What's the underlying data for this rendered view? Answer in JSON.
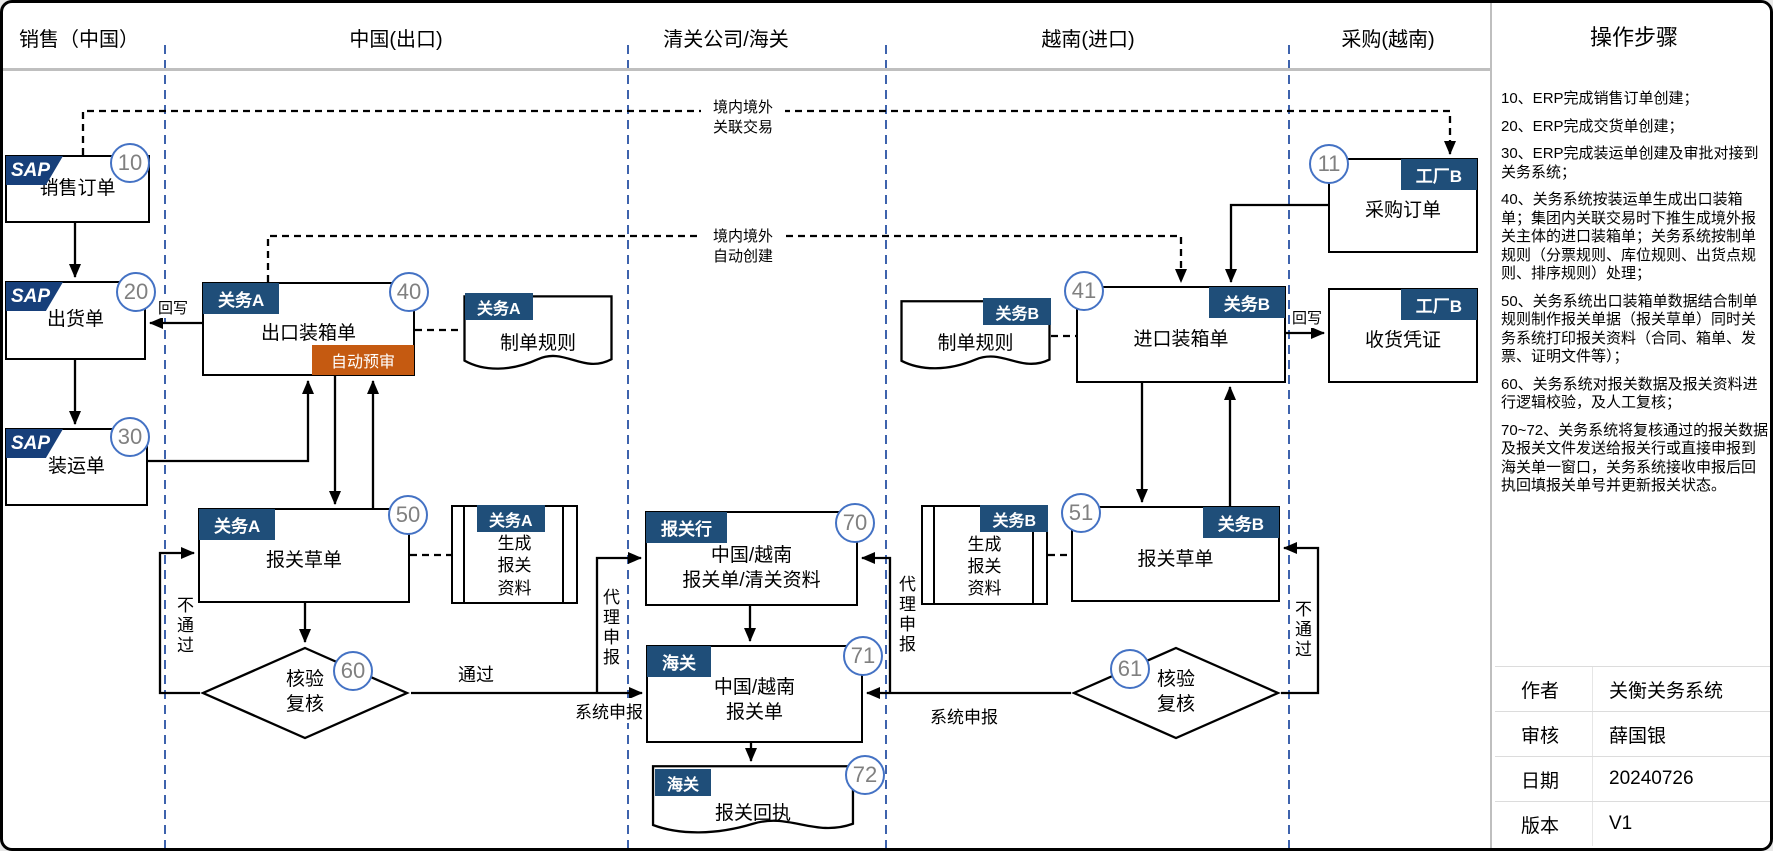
{
  "header": {
    "lanes": [
      "销售（中国）",
      "中国(出口)",
      "清关公司/海关",
      "越南(进口)",
      "采购(越南)"
    ],
    "panel_title": "操作步骤"
  },
  "nodes": {
    "n10": {
      "system": "SAP",
      "label": "销售订单",
      "num": "10"
    },
    "n20": {
      "system": "SAP",
      "label": "出货单",
      "num": "20"
    },
    "n30": {
      "system": "SAP",
      "label": "装运单",
      "num": "30"
    },
    "n40": {
      "badge": "关务A",
      "label": "出口装箱单",
      "num": "40",
      "tag": "自动预审"
    },
    "ruleA": {
      "badge": "关务A",
      "label": "制单规则"
    },
    "n50": {
      "badge": "关务A",
      "label": "报关草单",
      "num": "50"
    },
    "genA": {
      "badge": "关务A",
      "label": "生成\n报关\n资料"
    },
    "d60": {
      "label": "核验\n复核",
      "num": "60"
    },
    "n70": {
      "badge": "报关行",
      "label": "中国/越南\n报关单/清关资料",
      "num": "70"
    },
    "n71": {
      "badge": "海关",
      "label": "中国/越南\n报关单",
      "num": "71"
    },
    "d72": {
      "badge": "海关",
      "label": "报关回执",
      "num": "72"
    },
    "ruleB": {
      "badge": "关务B",
      "label": "制单规则"
    },
    "n41": {
      "badge": "关务B",
      "label": "进口装箱单",
      "num": "41"
    },
    "n51": {
      "badge": "关务B",
      "label": "报关草单",
      "num": "51"
    },
    "genB": {
      "badge": "关务B",
      "label": "生成\n报关\n资料"
    },
    "d61": {
      "label": "核验\n复核",
      "num": "61"
    },
    "n11": {
      "badge": "工厂B",
      "label": "采购订单",
      "num": "11"
    },
    "gr": {
      "badge": "工厂B",
      "label": "收货凭证"
    }
  },
  "edges": {
    "writeback_a": "回写",
    "writeback_b": "回写",
    "fail_a": "不通过",
    "fail_b": "不通过",
    "pass": "通过",
    "agent_declare_a": "代理申报",
    "agent_declare_b": "代理申报",
    "system_declare_a": "系统申报",
    "system_declare_b": "系统申报",
    "cross_border_related": "境内境外\n关联交易",
    "cross_border_auto": "境内境外\n自动创建"
  },
  "steps": [
    "10、ERP完成销售订单创建；",
    "20、ERP完成交货单创建；",
    "30、ERP完成装运单创建及审批对接到关务系统；",
    "40、关务系统按装运单生成出口装箱单；集团内关联交易时下推生成境外报关主体的进口装箱单；关务系统按制单规则（分票规则、库位规则、出货点规则、排序规则）处理；",
    "50、关务系统出口装箱单数据结合制单规则制作报关单据（报关草单）同时关务系统打印报关资料（合同、箱单、发票、证明文件等）；",
    "60、关务系统对报关数据及报关资料进行逻辑校验，及人工复核；",
    "70~72、关务系统将复核通过的报关数据及报关文件发送给报关行或直接申报到海关单一窗口，关务系统接收申报后回执回填报关单号并更新报关状态。"
  ],
  "meta": {
    "rows": [
      {
        "label": "作者",
        "value": "关衡关务系统"
      },
      {
        "label": "审核",
        "value": "薛国银"
      },
      {
        "label": "日期",
        "value": "20240726"
      },
      {
        "label": "版本",
        "value": "V1"
      }
    ]
  },
  "colors": {
    "badge_navy": "#1F4E79",
    "tag_orange": "#C55A11",
    "circle_blue": "#4472C4",
    "lane_blue": "#3E63AD",
    "number_gray": "#808080"
  }
}
